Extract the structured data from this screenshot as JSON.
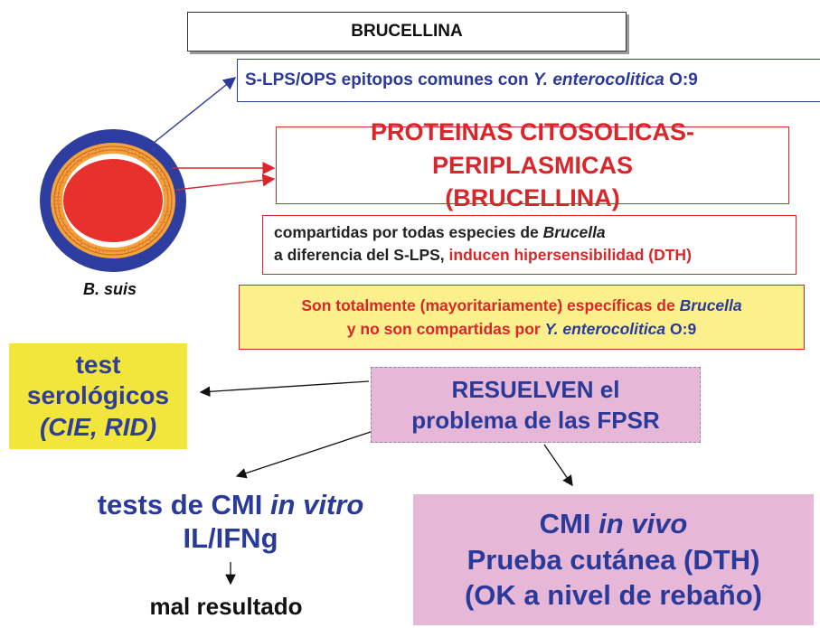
{
  "title": "BRUCELLINA",
  "lps": {
    "pre": "S-LPS/OPS epitopos comunes con ",
    "italic": "Y. enterocolitica",
    "post": " O:9"
  },
  "proteins": {
    "line1": "PROTEINAS CITOSOLICAS-PERIPLASMICAS",
    "line2": "(BRUCELLINA)"
  },
  "shared": {
    "line1_pre": "compartidas por todas especies de ",
    "line1_italic": "Brucella",
    "line2_pre": "a diferencia del S-LPS, ",
    "line2_red": "inducen hipersensibilidad (DTH)"
  },
  "specific": {
    "line1_pre": "Son totalmente (mayoritariamente) específicas de ",
    "line1_italic": "Brucella",
    "line2_pre": "y no son compartidas por ",
    "line2_italic": "Y. enterocolitica",
    "line2_post": " O:9"
  },
  "organism_label": "B. suis",
  "serologic": {
    "line1": "test",
    "line2": "serológicos",
    "line3": "(CIE, RID)"
  },
  "resuelven": {
    "line1": "RESUELVEN el",
    "line2": "problema de las FPSR"
  },
  "cmi_vitro": {
    "line1_pre": "tests de CMI ",
    "line1_italic": "in vitro",
    "line2": "IL/IFNg"
  },
  "cmi_vivo": {
    "line1_pre": "CMI ",
    "line1_italic": "in vivo",
    "line2": "Prueba cutánea (DTH)",
    "line3": "(OK a nivel de rebaño)"
  },
  "result": "mal resultado",
  "colors": {
    "blue": "#2a3a9a",
    "red": "#d9262a",
    "yellow": "#f2e53c",
    "pink": "#e6b7d6"
  }
}
